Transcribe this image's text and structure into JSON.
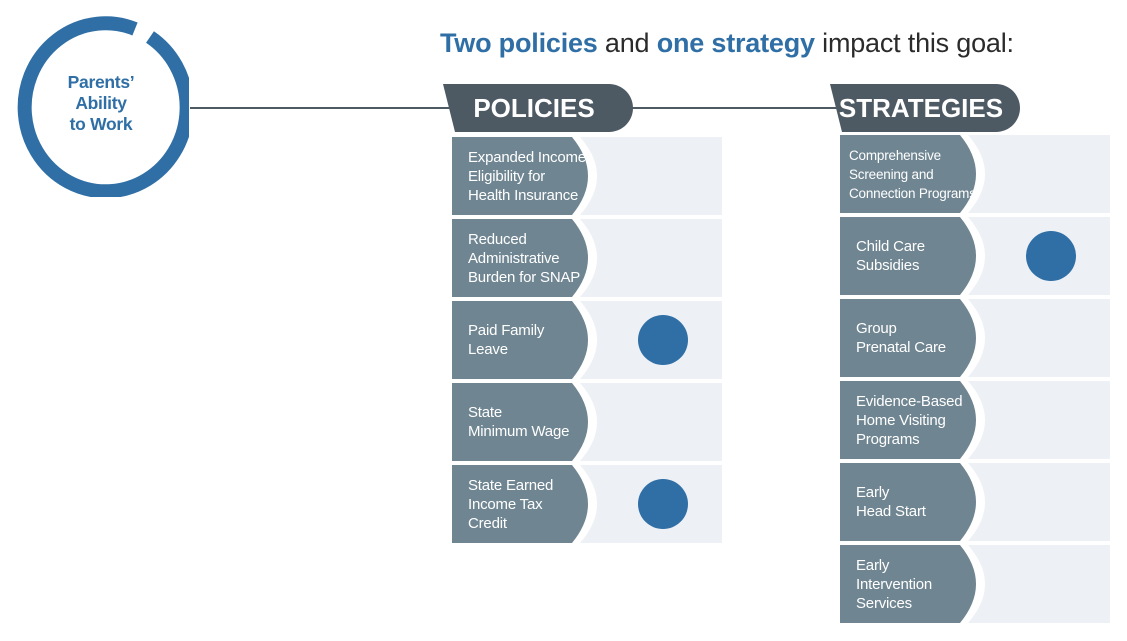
{
  "goal": {
    "lines": [
      "Parents’",
      "Ability",
      "to Work"
    ],
    "ring_color": "#2f6fa6"
  },
  "headline": {
    "part1": "Two policies",
    "part2": " and ",
    "part3": "one strategy",
    "part4": " impact this goal:"
  },
  "policies": {
    "title": "POLICIES",
    "items": [
      {
        "lines": [
          "Expanded Income",
          "Eligibility for",
          "Health Insurance"
        ],
        "impact": false
      },
      {
        "lines": [
          "Reduced",
          "Administrative",
          "Burden for SNAP"
        ],
        "impact": false
      },
      {
        "lines": [
          "Paid Family",
          "Leave"
        ],
        "impact": true
      },
      {
        "lines": [
          "State",
          "Minimum Wage"
        ],
        "impact": false
      },
      {
        "lines": [
          "State Earned",
          "Income Tax",
          "Credit"
        ],
        "impact": true
      }
    ]
  },
  "strategies": {
    "title": "STRATEGIES",
    "items": [
      {
        "lines": [
          "Comprehensive",
          "Screening and",
          "Connection Programs"
        ],
        "impact": false
      },
      {
        "lines": [
          "Child Care",
          "Subsidies"
        ],
        "impact": true
      },
      {
        "lines": [
          "Group",
          "Prenatal Care"
        ],
        "impact": false
      },
      {
        "lines": [
          "Evidence-Based",
          "Home Visiting",
          "Programs"
        ],
        "impact": false
      },
      {
        "lines": [
          "Early",
          "Head Start"
        ],
        "impact": false
      },
      {
        "lines": [
          "Early",
          "Intervention",
          "Services"
        ],
        "impact": false
      }
    ]
  },
  "colors": {
    "accent": "#2f6fa6",
    "tab": "#4e5a63",
    "label": "#6f8591",
    "row_bg": "#edf0f5",
    "text_dark": "#2b2b2b"
  }
}
